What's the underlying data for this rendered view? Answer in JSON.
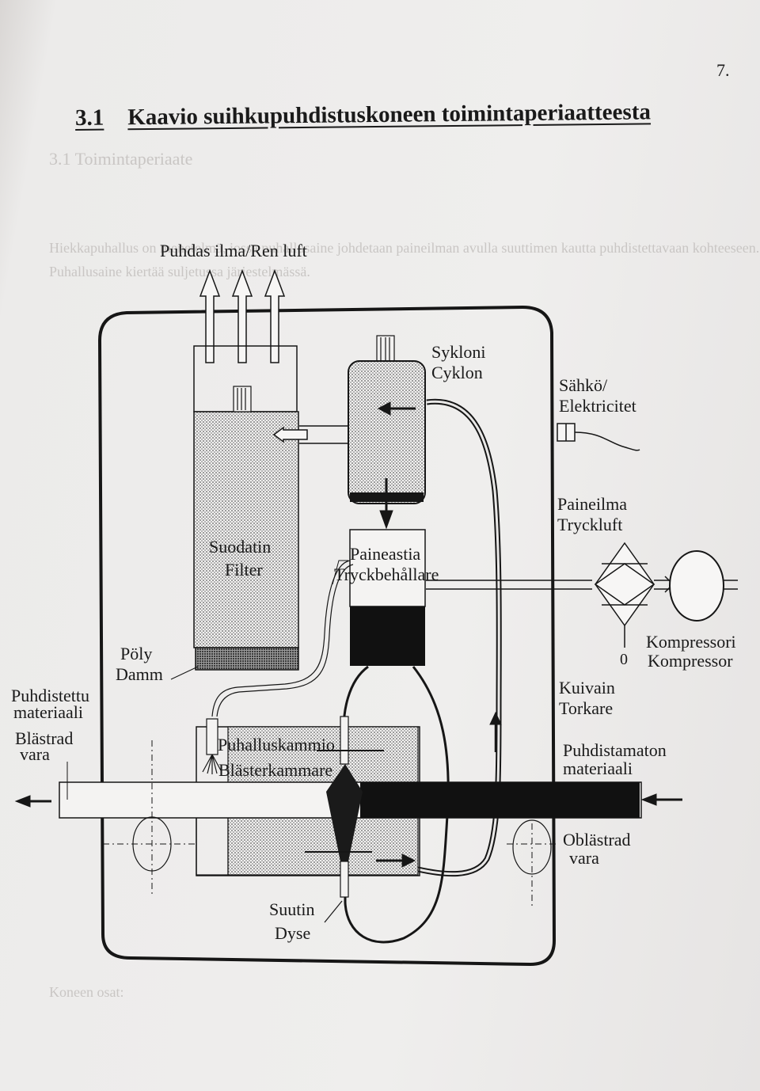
{
  "page": {
    "number": "7.",
    "heading_number": "3.1",
    "heading_title": "Kaavio suihkupuhdistuskoneen toimintaperiaatteesta"
  },
  "diagram": {
    "clean_air": "Puhdas ilma/Ren luft",
    "cyclone_fi": "Sykloni",
    "cyclone_sv": "Cyklon",
    "electricity_fi": "Sähkö/",
    "electricity_sv": "Elektricitet",
    "filter_fi": "Suodatin",
    "filter_sv": "Filter",
    "pressure_air_fi": "Paineilma",
    "pressure_air_sv": "Tryckluft",
    "pressure_vessel_fi": "Paineastia",
    "pressure_vessel_sv": "Tryckbehållare",
    "dust_fi": "Pöly",
    "dust_sv": "Damm",
    "compressor_fi": "Kompressori",
    "compressor_sv": "Kompressor",
    "dryer_fi": "Kuivain",
    "dryer_sv": "Torkare",
    "cleaned_material_fi_1": "Puhdistettu",
    "cleaned_material_fi_2": "materiaali",
    "cleaned_material_sv_1": "Blästrad",
    "cleaned_material_sv_2": "vara",
    "blast_chamber_fi": "Puhalluskammio",
    "blast_chamber_sv": "Blästerkammare",
    "uncleaned_material_fi_1": "Puhdistamaton",
    "uncleaned_material_fi_2": "materiaali",
    "uncleaned_material_sv_1": "Oblästrad",
    "uncleaned_material_sv_2": "vara",
    "nozzle_fi": "Suutin",
    "nozzle_sv": "Dyse",
    "dryer_drain": "0"
  },
  "ghost_text": {
    "heading": "3.1 Toimintaperiaate",
    "line1": "Hiekkapuhallus on menetelmä, jossa puhallusaine johdetaan paineilman avulla suuttimen kautta puhdistettavaan kohteeseen.",
    "line2": "Puhallusaine kiertää suljetussa järjestelmässä.",
    "line3": "Koneen osat:"
  },
  "colors": {
    "ink": "#161616",
    "paper": "#efeeed",
    "dust_band": "#6e6e6e"
  }
}
